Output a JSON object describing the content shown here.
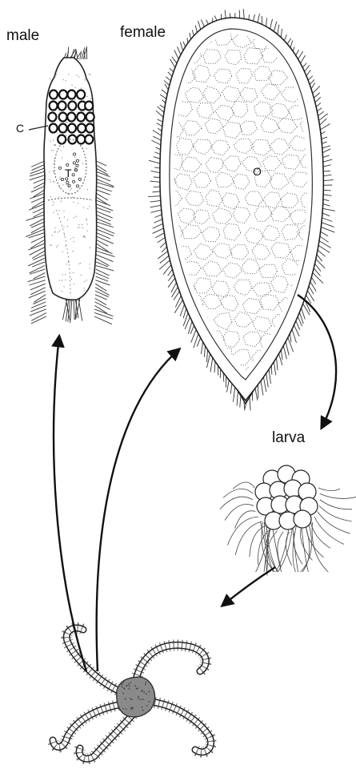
{
  "labels": {
    "male": "male",
    "female": "female",
    "larva": "larva",
    "c": "C",
    "t": "T",
    "o": "O"
  },
  "colors": {
    "ink": "#222222",
    "stipple": "#666666",
    "disc": "#8a8a8a",
    "background": "#ffffff"
  },
  "nodes": [
    {
      "id": "male",
      "icon": "male-worm-icon"
    },
    {
      "id": "female",
      "icon": "female-worm-icon"
    },
    {
      "id": "larva",
      "icon": "ciliated-larva-icon"
    },
    {
      "id": "host",
      "icon": "brittle-star-icon"
    }
  ],
  "edges": [
    {
      "from": "female",
      "to": "larva"
    },
    {
      "from": "larva",
      "to": "host"
    },
    {
      "from": "host",
      "to": "male"
    },
    {
      "from": "host",
      "to": "female"
    }
  ]
}
